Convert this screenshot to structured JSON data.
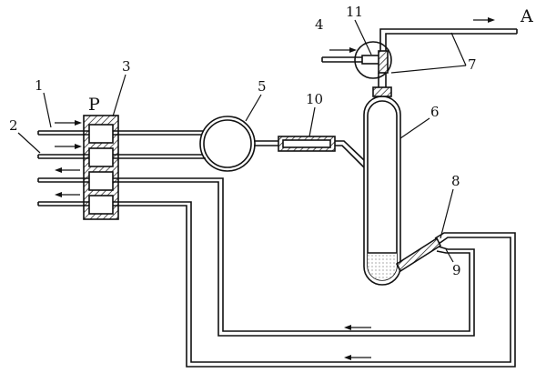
{
  "labels": {
    "n1": "1",
    "n2": "2",
    "n3": "3",
    "n4": "4",
    "n5": "5",
    "n6": "6",
    "n7": "7",
    "n8": "8",
    "n9": "9",
    "n10": "10",
    "n11": "11",
    "P": "P",
    "A": "A"
  }
}
